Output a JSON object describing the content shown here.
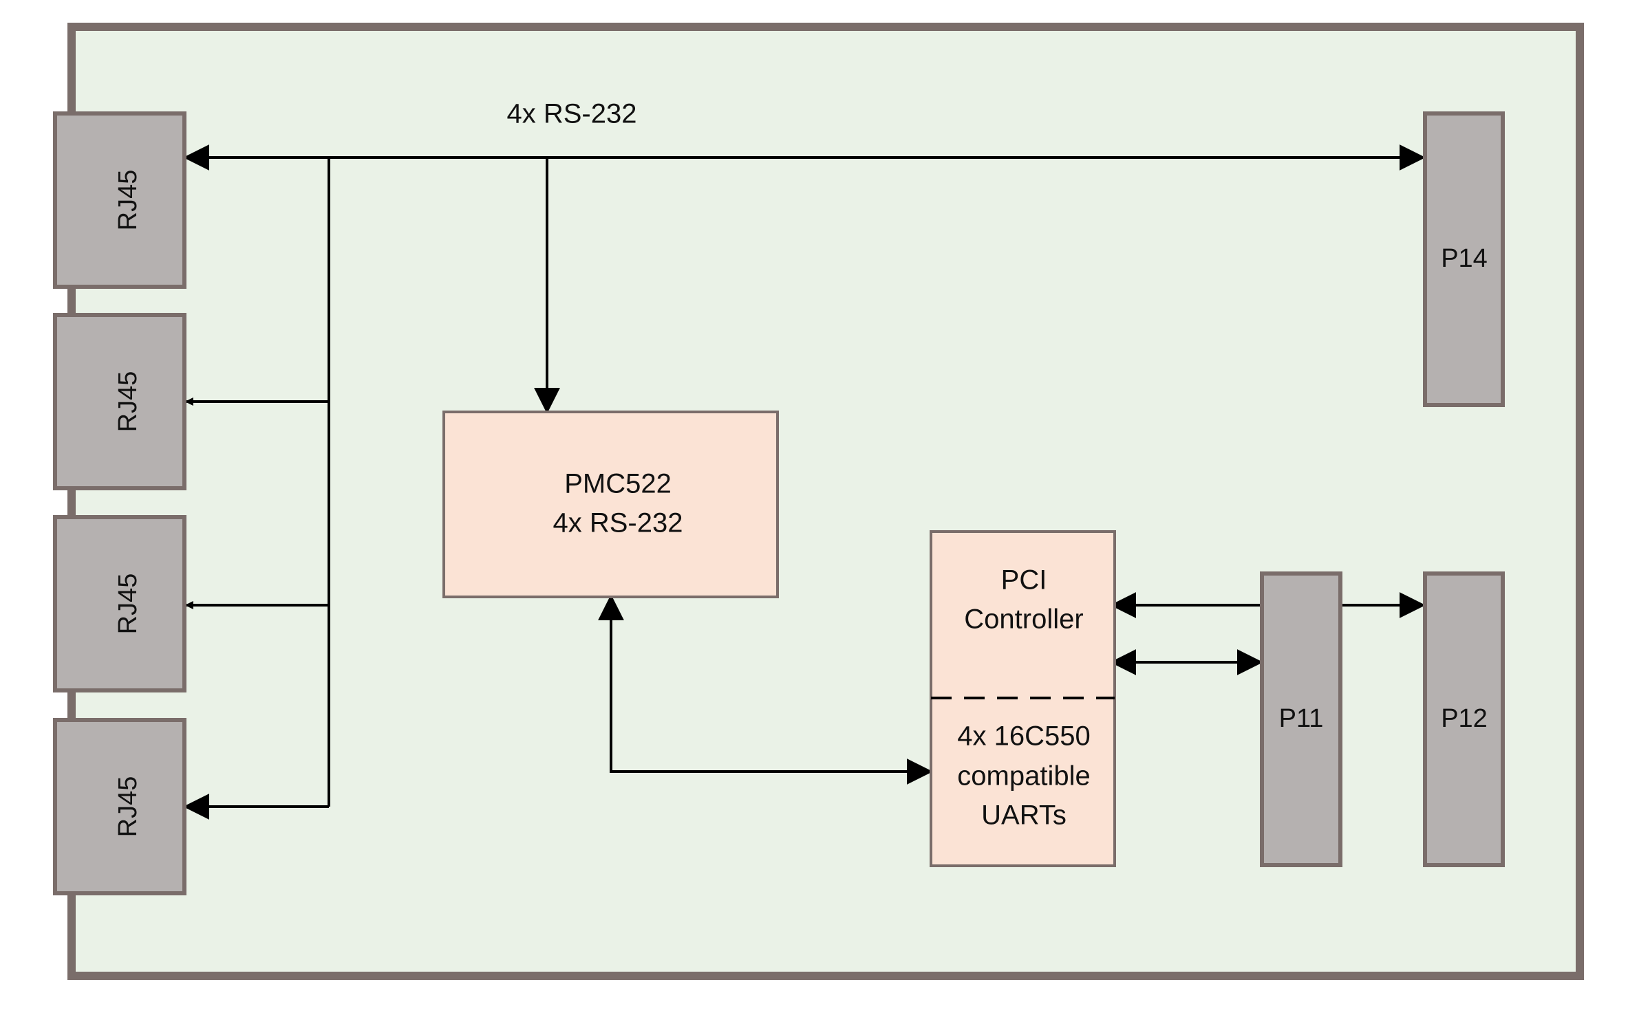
{
  "labels": {
    "bus": "4x RS-232",
    "rj45": [
      "RJ45",
      "RJ45",
      "RJ45",
      "RJ45"
    ],
    "pmc": {
      "line1": "PMC522",
      "line2": "4x RS-232"
    },
    "pci": {
      "line1": "PCI",
      "line2": "Controller"
    },
    "uart": {
      "line1": "4x 16C550",
      "line2": "compatible",
      "line3": "UARTs"
    },
    "p11": "P11",
    "p12": "P12",
    "p14": "P14"
  },
  "colors": {
    "board_fill": "#eaf2e7",
    "board_border": "#7a6d6a",
    "connector_fill": "#b5b1b0",
    "chip_fill": "#fbe3d5",
    "line": "#000000"
  }
}
